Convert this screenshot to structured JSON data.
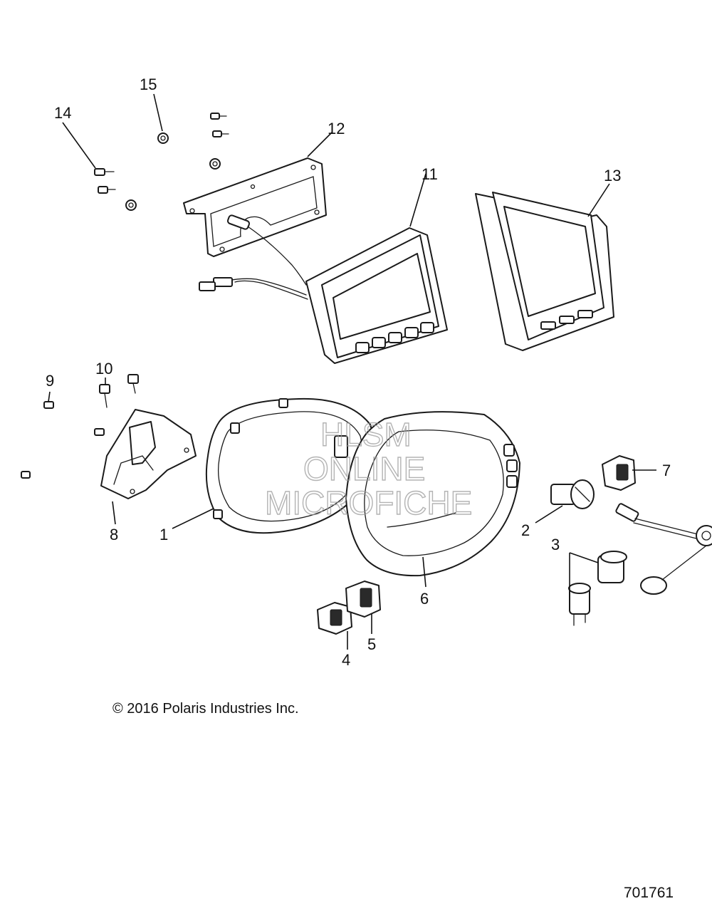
{
  "callouts": [
    {
      "id": "1",
      "label": "1"
    },
    {
      "id": "2",
      "label": "2"
    },
    {
      "id": "3",
      "label": "3"
    },
    {
      "id": "4",
      "label": "4"
    },
    {
      "id": "5",
      "label": "5"
    },
    {
      "id": "6",
      "label": "6"
    },
    {
      "id": "7",
      "label": "7"
    },
    {
      "id": "8",
      "label": "8"
    },
    {
      "id": "9",
      "label": "9"
    },
    {
      "id": "10",
      "label": "10"
    },
    {
      "id": "11",
      "label": "11"
    },
    {
      "id": "12",
      "label": "12"
    },
    {
      "id": "13",
      "label": "13"
    },
    {
      "id": "14",
      "label": "14"
    },
    {
      "id": "15",
      "label": "15"
    }
  ],
  "watermark": {
    "line1": "HLSM",
    "line2": "ONLINE",
    "line3": "MICROFICHE"
  },
  "copyright": "© 2016 Polaris Industries Inc.",
  "drawing_number": "701761"
}
